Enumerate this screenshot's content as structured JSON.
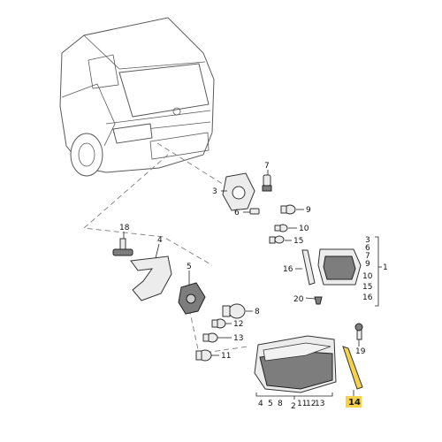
{
  "labels": {
    "p1": "1",
    "p2": "2",
    "p3": "3",
    "p4": "4",
    "p5": "5",
    "p6": "6",
    "p7": "7",
    "p8": "8",
    "p9": "9",
    "p10": "10",
    "p11": "11",
    "p12": "12",
    "p13": "13",
    "p14": "14",
    "p15": "15",
    "p16": "16",
    "p18": "18",
    "p19": "19",
    "p20": "20",
    "group1": [
      "3",
      "6",
      "7",
      "9",
      "10",
      "15",
      "16"
    ],
    "group2": [
      "4",
      "5",
      "8",
      "11",
      "12",
      "13"
    ]
  },
  "highlight_color": "#f6d24a",
  "highlighted_part": "14"
}
